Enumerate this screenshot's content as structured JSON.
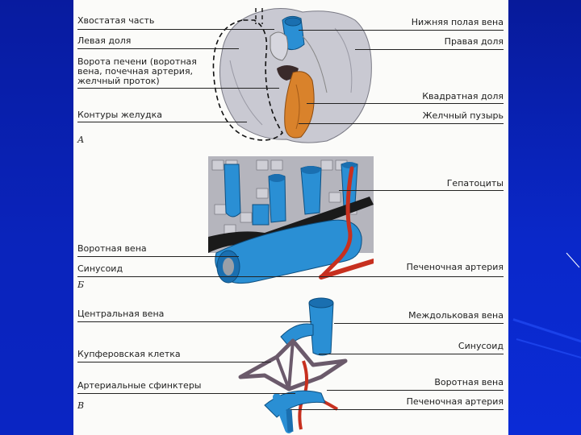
{
  "colors": {
    "background": "#0a23c2",
    "panel": "#fbfbf9",
    "vein_blue": "#2a8fd4",
    "artery_red": "#c7301f",
    "gallbladder_orange": "#d9822b",
    "liver_grey": "#c9c9d2"
  },
  "section_a": {
    "letter": "А",
    "left_labels": [
      "Хвостатая часть",
      "Левая доля",
      "Ворота печени (воротная",
      "вена, почечная артерия,",
      "желчный проток)",
      "Контуры желудка"
    ],
    "right_labels": [
      "Нижняя полая вена",
      "Правая доля",
      "Квадратная доля",
      "Желчный пузырь"
    ]
  },
  "section_b": {
    "letter": "Б",
    "left_labels": [
      "Воротная вена",
      "Синусоид"
    ],
    "right_labels": [
      "Гепатоциты",
      "Печеночная артерия"
    ]
  },
  "section_c": {
    "letter": "В",
    "left_labels": [
      "Центральная вена",
      "Купферовская клетка",
      "Артериальные сфинктеры"
    ],
    "right_labels": [
      "Междольковая вена",
      "Синусоид",
      "Воротная вена",
      "Печеночная артерия"
    ]
  }
}
